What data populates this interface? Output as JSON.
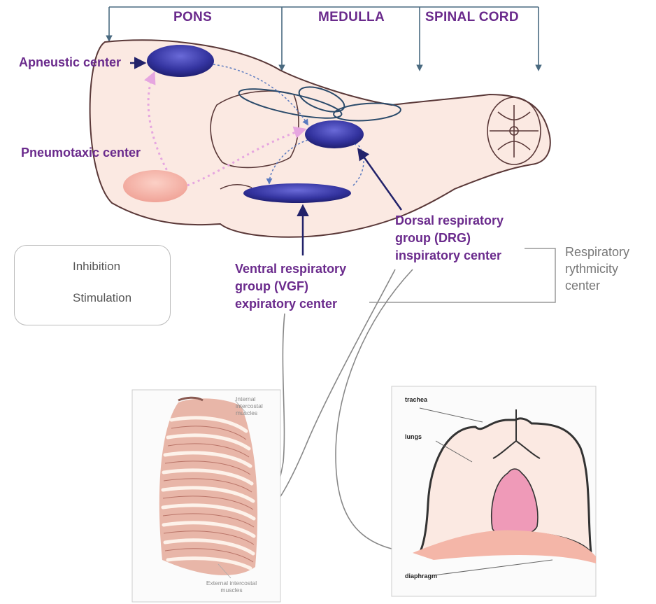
{
  "regions": {
    "pons": "PONS",
    "medulla": "MEDULLA",
    "spinal_cord": "SPINAL CORD"
  },
  "centers": {
    "apneustic": "Apneustic center",
    "pneumotaxic": "Pneumotaxic center"
  },
  "dorsal_group": {
    "line1": "Dorsal respiratory",
    "line2": "group (DRG)",
    "line3": "inspiratory center"
  },
  "ventral_group": {
    "line1": "Ventral respiratory",
    "line2": "group (VGF)",
    "line3": "expiratory center"
  },
  "rhythmicity": {
    "line1": "Respiratory",
    "line2": "rythmicity",
    "line3": "center"
  },
  "legend": {
    "inhibition": "Inhibition",
    "stimulation": "Stimulation"
  },
  "ribcage": {
    "internal": "Internal intercostal muscles",
    "external": "External intercostal muscles"
  },
  "lungs_panel": {
    "trachea": "trachea",
    "lungs": "lungs",
    "diaphragm": "diaphragm"
  },
  "colors": {
    "inhibition": "#f4a79c",
    "stimulation": "#3a3a9a",
    "label": "#6a2a8c",
    "brain_fill": "#fbe9e2"
  }
}
